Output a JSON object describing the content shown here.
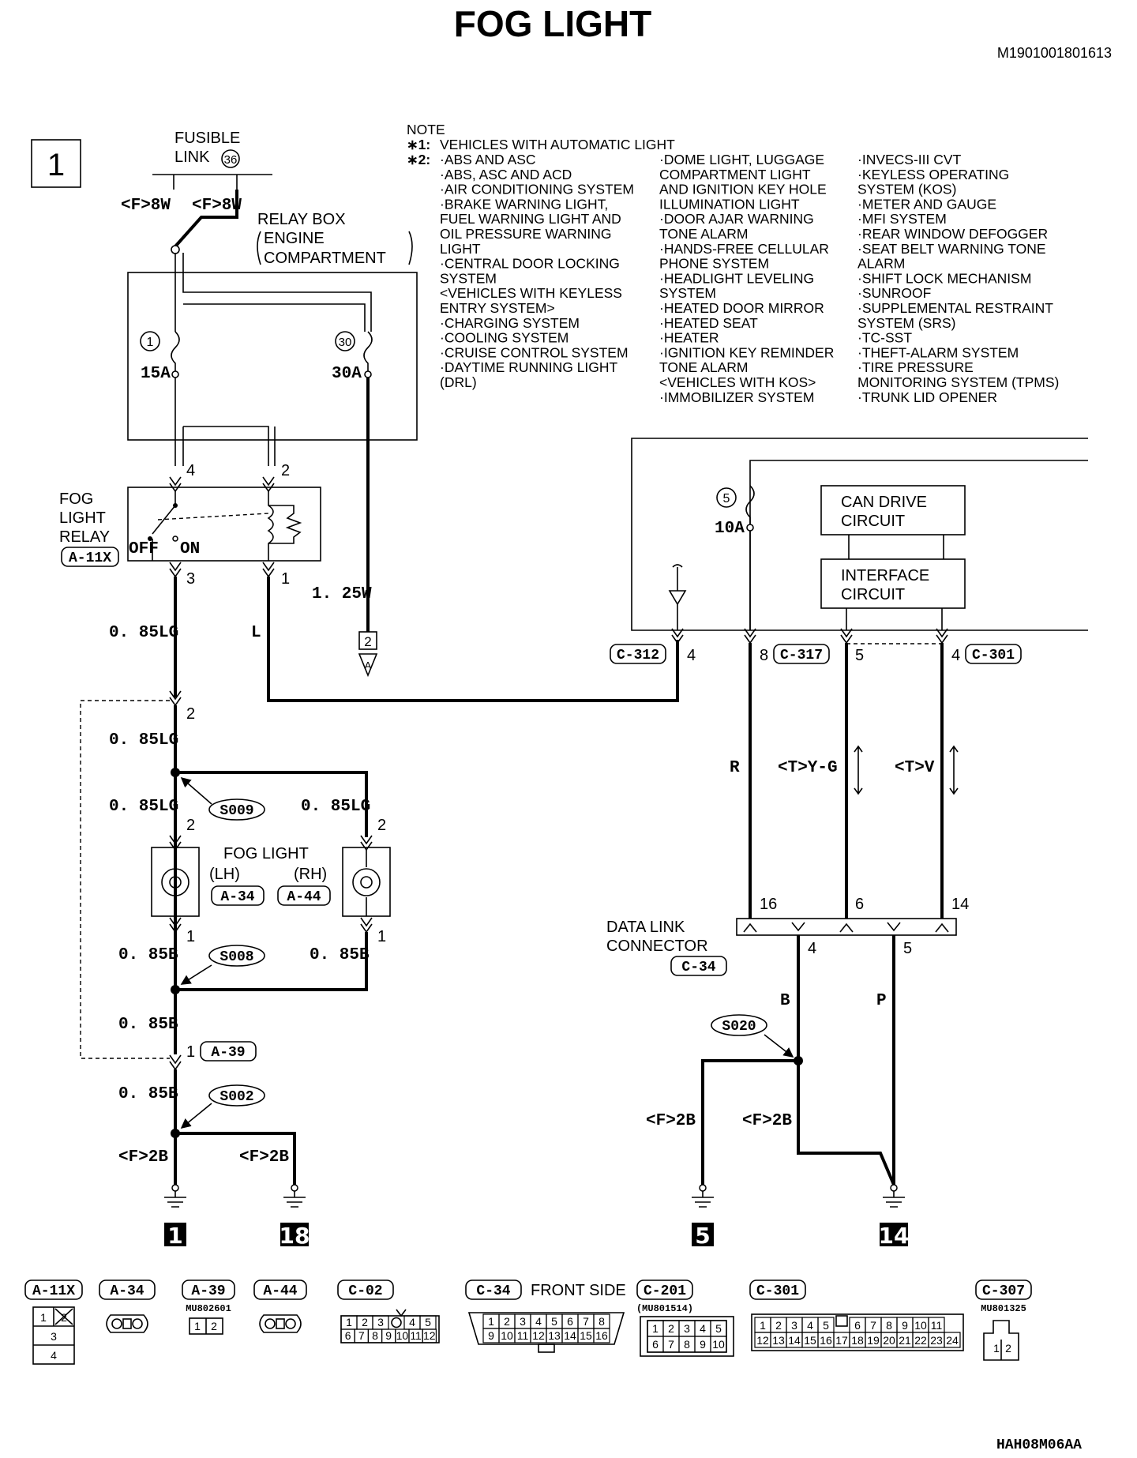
{
  "title": "FOG LIGHT",
  "doc_code": "M1901001801613",
  "footer_code": "HAH08M06AA",
  "section_number": "1",
  "note": {
    "heading": "NOTE",
    "n1_mark": "∗1:",
    "n1_text": "VEHICLES WITH AUTOMATIC LIGHT",
    "n2_mark": "∗2:",
    "col1": [
      "·ABS AND ASC",
      "·ABS, ASC AND ACD",
      "·AIR CONDITIONING SYSTEM",
      "·BRAKE WARNING LIGHT,",
      "FUEL WARNING LIGHT AND",
      "OIL PRESSURE WARNING",
      "LIGHT",
      "·CENTRAL DOOR LOCKING",
      "SYSTEM",
      "<VEHICLES WITH KEYLESS",
      "ENTRY SYSTEM>",
      "·CHARGING SYSTEM",
      "·COOLING SYSTEM",
      "·CRUISE CONTROL SYSTEM",
      "·DAYTIME RUNNING LIGHT",
      "(DRL)"
    ],
    "col2": [
      "·DOME LIGHT, LUGGAGE",
      "COMPARTMENT LIGHT",
      "AND IGNITION KEY HOLE",
      "ILLUMINATION LIGHT",
      "·DOOR AJAR WARNING",
      "TONE ALARM",
      "·HANDS-FREE CELLULAR",
      "PHONE SYSTEM",
      "·HEADLIGHT LEVELING",
      "SYSTEM",
      "·HEATED DOOR MIRROR",
      "·HEATED SEAT",
      "·HEATER",
      "·IGNITION KEY REMINDER",
      "TONE ALARM",
      "<VEHICLES WITH KOS>",
      "·IMMOBILIZER SYSTEM"
    ],
    "col3": [
      "·INVECS-III CVT",
      "·KEYLESS OPERATING",
      "SYSTEM (KOS)",
      "·METER AND GAUGE",
      "·MFI SYSTEM",
      "·REAR WINDOW DEFOGGER",
      "·SEAT BELT WARNING TONE",
      "ALARM",
      "·SHIFT LOCK MECHANISM",
      "·SUNROOF",
      "·SUPPLEMENTAL RESTRAINT",
      "SYSTEM (SRS)",
      "·TC-SST",
      "·THEFT-ALARM SYSTEM",
      "·TIRE PRESSURE",
      "MONITORING SYSTEM (TPMS)",
      "·TRUNK LID OPENER"
    ]
  },
  "labels": {
    "fusible_link_1": "FUSIBLE",
    "fusible_link_2": "LINK",
    "fusible_link_no": "36",
    "relay_box_1": "RELAY BOX",
    "relay_box_2": "ENGINE",
    "relay_box_3": "COMPARTMENT",
    "fuse1_no": "1",
    "fuse1_amp": "15A",
    "fuse30_no": "30",
    "fuse30_amp": "30A",
    "fuse5_no": "5",
    "fuse5_amp": "10A",
    "relay_1": "FOG",
    "relay_2": "LIGHT",
    "relay_3": "RELAY",
    "relay_conn": "A-11X",
    "relay_off": "OFF",
    "relay_on": "ON",
    "can_1": "CAN DRIVE",
    "can_2": "CIRCUIT",
    "iface_1": "INTERFACE",
    "iface_2": "CIRCUIT",
    "fog_light": "FOG LIGHT",
    "lh": "(LH)",
    "rh": "(RH)",
    "fog_lh_conn": "A-34",
    "fog_rh_conn": "A-44",
    "a39": "A-39",
    "dlc_1": "DATA LINK",
    "dlc_2": "CONNECTOR",
    "dlc_conn": "C-34",
    "c312": "C-312",
    "c317": "C-317",
    "c301": "C-301",
    "ref2": "2",
    "ref_a": "A"
  },
  "splices": [
    "S009",
    "S008",
    "S002",
    "S020"
  ],
  "wires": {
    "f8w_a": "<F>8W",
    "f8w_b": "<F>8W",
    "w125": "1. 25W",
    "lg_1": "0. 85LG",
    "lg_2": "0. 85LG",
    "lg_3": "0. 85LG",
    "lg_4": "0. 85LG",
    "b_1": "0. 85B",
    "b_2": "0. 85B",
    "b_3": "0. 85B",
    "b_4": "0. 85B",
    "l": "L",
    "r": "R",
    "tyg": "<T>Y-G",
    "tv": "<T>V",
    "b": "B",
    "p": "P",
    "f2b_1": "<F>2B",
    "f2b_2": "<F>2B",
    "f2b_3": "<F>2B",
    "f2b_4": "<F>2B"
  },
  "pins": {
    "relay_4": "4",
    "relay_2": "2",
    "relay_3": "3",
    "relay_1": "1",
    "a39_2": "2",
    "a39_1": "1",
    "lh_2": "2",
    "lh_1": "1",
    "rh_2": "2",
    "rh_1": "1",
    "c312_4": "4",
    "c317_8": "8",
    "c317_5": "5",
    "c301_4": "4",
    "dlc_16": "16",
    "dlc_6": "6",
    "dlc_14": "14",
    "dlc_4": "4",
    "dlc_5": "5"
  },
  "grounds": [
    "1",
    "18",
    "5",
    "14"
  ],
  "connector_views": {
    "a11x": "A-11X",
    "a34": "A-34",
    "a39": "A-39",
    "a39_part": "MU802601",
    "a44": "A-44",
    "c02": "C-02",
    "c34": "C-34",
    "c34_side": "FRONT SIDE",
    "c201": "C-201",
    "c201_part": "(MU801514)",
    "c301": "C-301",
    "c307": "C-307",
    "c307_part": "MU801325",
    "a11x_pins": [
      "1",
      "2",
      "3",
      "4"
    ],
    "a39_pins": [
      "1",
      "2"
    ],
    "c307_pins": [
      "1",
      "2"
    ],
    "c02_pins": [
      "1",
      "2",
      "3",
      "4",
      "5",
      "6",
      "7",
      "8",
      "9",
      "10",
      "11",
      "12"
    ],
    "c34_pins": [
      "1",
      "2",
      "3",
      "4",
      "5",
      "6",
      "7",
      "8",
      "9",
      "10",
      "11",
      "12",
      "13",
      "14",
      "15",
      "16"
    ],
    "c201_pins": [
      "1",
      "2",
      "3",
      "4",
      "5",
      "6",
      "7",
      "8",
      "9",
      "10"
    ],
    "c301_pins": [
      "1",
      "2",
      "3",
      "4",
      "5",
      "6",
      "7",
      "8",
      "9",
      "10",
      "11",
      "12",
      "13",
      "14",
      "15",
      "16",
      "17",
      "18",
      "19",
      "20",
      "21",
      "22",
      "23",
      "24"
    ]
  }
}
